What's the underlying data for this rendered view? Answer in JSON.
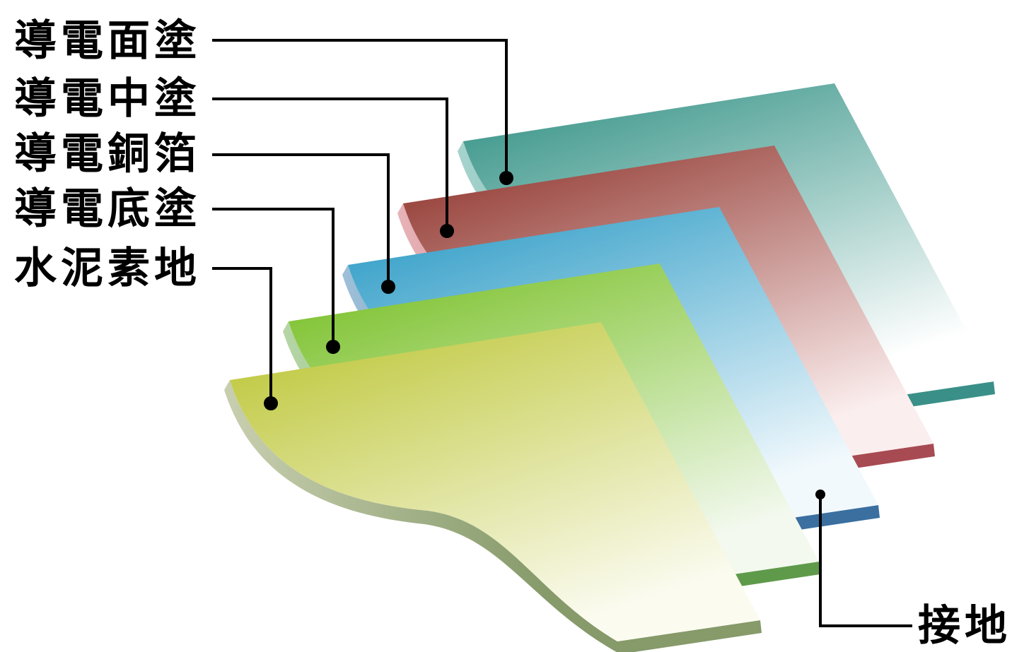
{
  "layers": [
    {
      "id": "topcoat",
      "label": "導電面塗",
      "top": "#4a9e93",
      "bottom": "#ffffff",
      "edge": "#3a9088",
      "edge_light": "#a7d3cd"
    },
    {
      "id": "midcoat",
      "label": "導電中塗",
      "top": "#9c4a43",
      "bottom": "#fbeeee",
      "edge": "#a84a52",
      "edge_light": "#e7b4b8"
    },
    {
      "id": "copperfoil",
      "label": "導電銅箔",
      "top": "#43a6cc",
      "bottom": "#f2f9fd",
      "edge": "#3a6fa0",
      "edge_light": "#9fc0d8"
    },
    {
      "id": "primer",
      "label": "導電底塗",
      "top": "#86c63c",
      "bottom": "#f3f9ef",
      "edge": "#5f9a4a",
      "edge_light": "#b6d6a6"
    },
    {
      "id": "substrate",
      "label": "水泥素地",
      "top": "#c4cc4c",
      "bottom": "#fbfbf0",
      "edge": "#869a6a",
      "edge_light": "#c8cfb0"
    }
  ],
  "ground": {
    "label": "接地"
  },
  "colors": {
    "text": "#000000",
    "leader": "#000000",
    "background": "#ffffff"
  }
}
